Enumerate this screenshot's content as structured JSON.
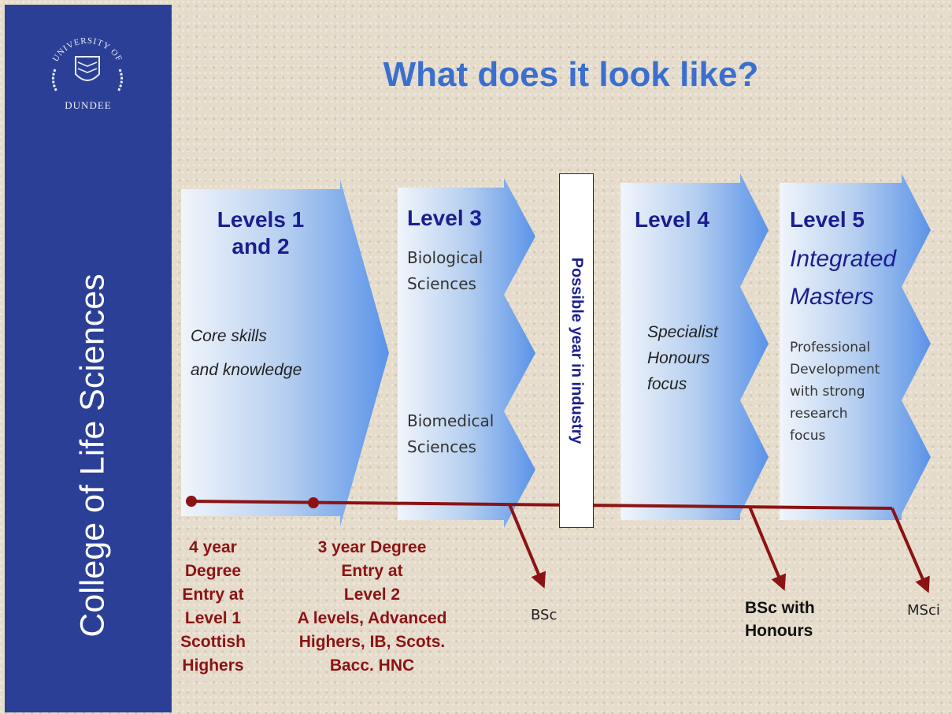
{
  "sidebar": {
    "logo_university": "UNIVERSITY OF",
    "logo_city": "DUNDEE",
    "college": "College of Life Sciences"
  },
  "title": "What does it look like?",
  "levels": {
    "l12": {
      "heading1": "Levels 1",
      "heading2": "and 2",
      "desc1": "Core skills",
      "desc2": "and knowledge"
    },
    "l3": {
      "heading": "Level 3",
      "bio1": "Biological",
      "bio2": "Sciences",
      "biomed1": "Biomedical",
      "biomed2": "Sciences"
    },
    "industry": "Possible year in industry",
    "l4": {
      "heading": "Level 4",
      "desc1": "Specialist",
      "desc2": "Honours",
      "desc3": "focus"
    },
    "l5": {
      "heading": "Level 5",
      "sub1": "Integrated",
      "sub2": "Masters",
      "desc": [
        "Professional",
        "Development",
        "with strong",
        "research",
        "focus"
      ]
    }
  },
  "entry": {
    "four_year": [
      "4 year",
      "Degree",
      "Entry at",
      "Level 1",
      "Scottish",
      "Highers"
    ],
    "three_year": [
      "3 year Degree",
      "Entry at",
      "Level 2",
      "A levels, Advanced",
      "Highers, IB, Scots.",
      "Bacc. HNC"
    ]
  },
  "awards": {
    "bsc": "BSc",
    "honours1": "BSc with",
    "honours2": "Honours",
    "msci": "MSci"
  },
  "colors": {
    "sidebar": "#2b3f96",
    "title": "#3a6fd0",
    "level_text": "#1b1e8f",
    "pathway": "#8b1314"
  }
}
